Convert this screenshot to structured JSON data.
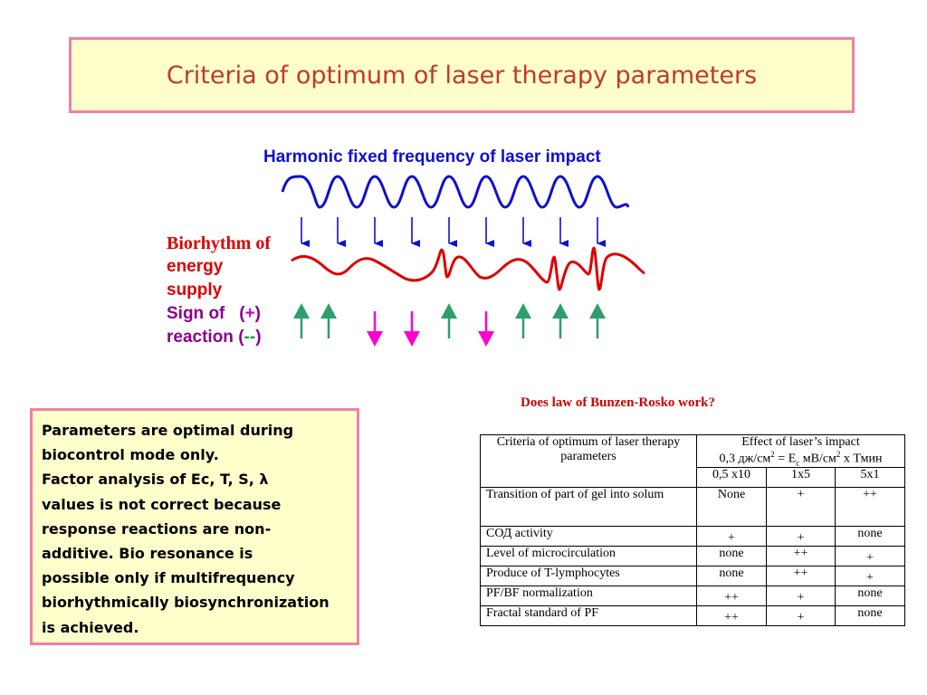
{
  "title": "Criteria of optimum of laser therapy parameters",
  "diagram": {
    "harmonic_label": "Harmonic fixed frequency of laser impact",
    "biorhythm_label": [
      "Biorhythm of",
      "energy",
      "supply"
    ],
    "sign_label_1": "Sign of",
    "sign_plus": "+",
    "sign_label_2": "reaction",
    "sign_minus": "--",
    "reactions": [
      "+",
      "+",
      "-",
      "-",
      "+",
      "-",
      "+",
      "+",
      "+"
    ],
    "colors": {
      "harmonic": "#1010cc",
      "biorhythm": "#dd0000",
      "positive": "#2e9e6e",
      "negative": "#ff00cc"
    }
  },
  "params_text": [
    "Parameters are optimal during",
    "biocontrol mode only.",
    "Factor analysis of Ec, T, S, λ",
    "values is not correct because",
    "response reactions are non-",
    "additive. Bio resonance is",
    "possible only if multifrequency",
    "biorhythmically biosynchronization",
    "is achieved."
  ],
  "question": "Does law of Bunzen-Rosko work?",
  "table": {
    "header_criteria": "Criteria of optimum of laser therapy parameters",
    "header_effect": "Effect of laser’s impact",
    "formula": "0,3 дж/см² = Eс мВ/см² x Тмин",
    "columns": [
      "0,5 x10",
      "1x5",
      "5x1"
    ],
    "rows": [
      {
        "criterion": "Transition of part of gel into solum",
        "values": [
          "None",
          "+",
          "++"
        ]
      },
      {
        "criterion": "СОД activity",
        "values": [
          "+",
          "+",
          "none"
        ]
      },
      {
        "criterion": "Level of microcirculation",
        "values": [
          "none",
          "++",
          "+"
        ]
      },
      {
        "criterion": "Produce of  T-lymphocytes",
        "values": [
          "none",
          "++",
          "+"
        ]
      },
      {
        "criterion": "PF/BF normalization",
        "values": [
          "++",
          "+",
          "none"
        ]
      },
      {
        "criterion": "Fractal standard of PF",
        "values": [
          "++",
          "+",
          "none"
        ]
      }
    ]
  }
}
